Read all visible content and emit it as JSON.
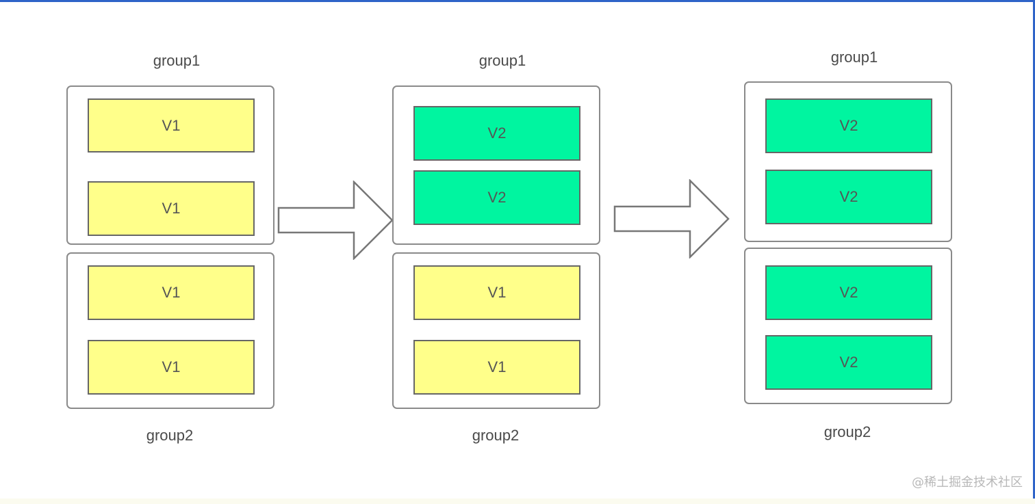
{
  "stages": [
    {
      "group1_label": "group1",
      "group2_label": "group2",
      "group1_boxes": [
        "V1",
        "V1"
      ],
      "group2_boxes": [
        "V1",
        "V1"
      ]
    },
    {
      "group1_label": "group1",
      "group2_label": "group2",
      "group1_boxes": [
        "V2",
        "V2"
      ],
      "group2_boxes": [
        "V1",
        "V1"
      ]
    },
    {
      "group1_label": "group1",
      "group2_label": "group2",
      "group1_boxes": [
        "V2",
        "V2"
      ],
      "group2_boxes": [
        "V2",
        "V2"
      ]
    }
  ],
  "colors": {
    "v1": "#ffff8a",
    "v2": "#00f5a0",
    "frame": "#2f64c8"
  },
  "icons": [
    "right-arrow-icon",
    "right-arrow-icon"
  ],
  "watermark": "@稀土掘金技术社区"
}
